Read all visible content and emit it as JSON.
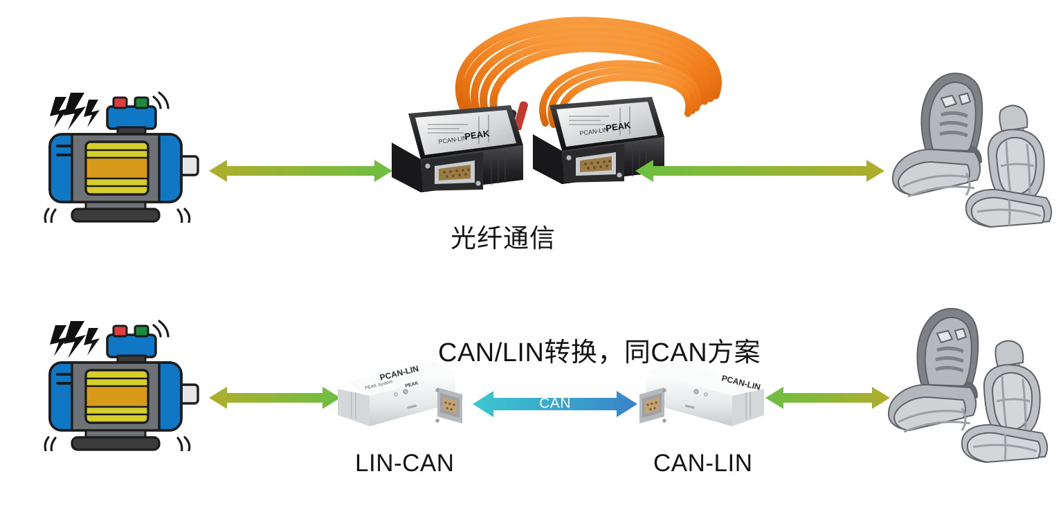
{
  "meta": {
    "title": "LIN to CAN conversion diagram",
    "background": "#ffffff"
  },
  "palette": {
    "motor_blue": "#1077C4",
    "motor_gray": "#6E7175",
    "motor_yellow": "#D6CE2E",
    "motor_amber": "#D79A1A",
    "motor_dark": "#3B3B3B",
    "button_red": "#E03B41",
    "button_green": "#1C8B3C",
    "arrow_olive": "#B0AE2B",
    "arrow_green": "#6DBE43",
    "can_cyan": "#3DC8D0",
    "can_blue": "#3B82C8",
    "seat_light": "#D6D8DA",
    "seat_mid": "#AFB2B6",
    "seat_dark": "#85888D",
    "fiber_orange": "#F07C18",
    "device_black": "#1E1E20",
    "device_white": "#EFF1F2",
    "text": "#131313"
  },
  "rows": [
    {
      "id": "fiber-row",
      "caption": "光纤通信",
      "source_label": "electric-motor",
      "target_label": "car-seats",
      "left_arrow": {
        "name": "motor-to-converter-arrow",
        "direction": "bidirectional",
        "label": ""
      },
      "right_arrow": {
        "name": "converter-to-seats-arrow",
        "direction": "bidirectional",
        "label": ""
      },
      "devices": [
        {
          "name": "pcan-fiber-device-left",
          "brand": "PEAK",
          "model": "PCAN-LIN",
          "color": "black"
        },
        {
          "name": "pcan-fiber-device-right",
          "brand": "PEAK",
          "model": "PCAN-LIN",
          "color": "black"
        }
      ],
      "media": {
        "name": "fiber-optic-cable",
        "color": "orange"
      }
    },
    {
      "id": "can-lin-row",
      "caption": "CAN/LIN转换，同CAN方案",
      "source_label": "electric-motor",
      "target_label": "car-seats",
      "left_arrow": {
        "name": "motor-to-lincan-arrow",
        "direction": "bidirectional",
        "label": ""
      },
      "middle_arrow": {
        "name": "can-bus-arrow",
        "direction": "bidirectional",
        "label": "CAN"
      },
      "right_arrow": {
        "name": "canlin-to-seats-arrow",
        "direction": "bidirectional",
        "label": ""
      },
      "devices": [
        {
          "name": "pcan-lin-device-left",
          "brand": "PEAK",
          "model": "PCAN-LIN",
          "color": "white",
          "caption": "LIN-CAN"
        },
        {
          "name": "pcan-lin-device-right",
          "brand": "PEAK",
          "model": "PCAN-LIN",
          "color": "white",
          "caption": "CAN-LIN"
        }
      ]
    }
  ],
  "captions": {
    "fiber": "光纤通信",
    "conversion": "CAN/LIN转换，同CAN方案",
    "can_bus": "CAN",
    "device_left": "LIN-CAN",
    "device_right": "CAN-LIN"
  }
}
